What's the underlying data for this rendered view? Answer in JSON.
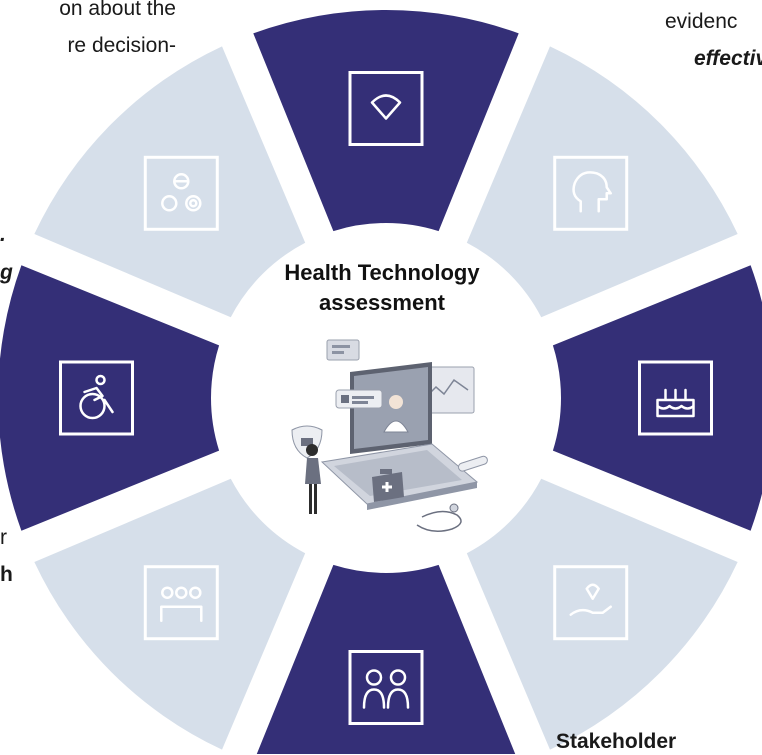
{
  "center": {
    "title_line1": "Health Technology",
    "title_line2": "assessment"
  },
  "colors": {
    "dark": "#342f77",
    "light": "#d6dfea",
    "icon_on_dark": "#ffffff",
    "icon_on_light": "#ffffff"
  },
  "segments": [
    {
      "id": "top",
      "color": "dark",
      "icon": "hands-heart-icon"
    },
    {
      "id": "top-right",
      "color": "light",
      "icon": "head-profile-icon"
    },
    {
      "id": "right-upper",
      "color": "dark",
      "icon": "birthday-cake-icon"
    },
    {
      "id": "right-lower",
      "color": "light",
      "icon": "hand-heart-icon"
    },
    {
      "id": "bottom",
      "color": "dark",
      "icon": "two-people-icon"
    },
    {
      "id": "bottom-left",
      "color": "light",
      "icon": "group-people-icon"
    },
    {
      "id": "left-lower",
      "color": "dark",
      "icon": "wheelchair-icon"
    },
    {
      "id": "left-upper",
      "color": "light",
      "icon": "pills-icon"
    }
  ],
  "fragments": {
    "top_left_1": "on about the",
    "top_left_2": "re decision-",
    "top_right_1": "evidenc",
    "top_right_2": "effectiv",
    "left_mid_1": ".",
    "left_mid_2": "g",
    "left_low_1": "r",
    "left_low_2": "h",
    "bottom_right": "Stakeholder"
  }
}
